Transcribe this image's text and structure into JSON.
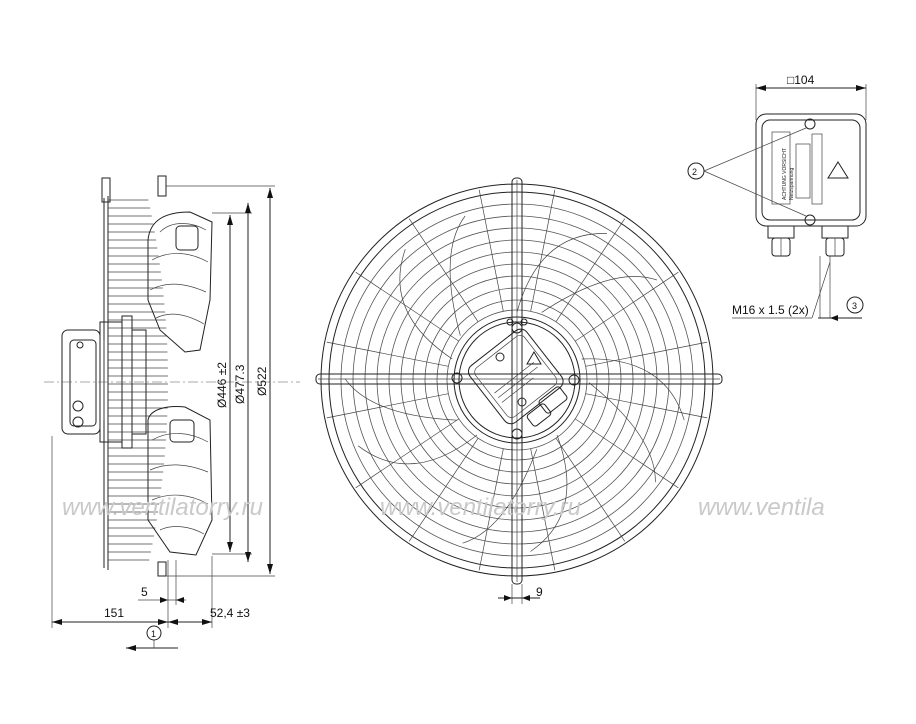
{
  "watermark": {
    "items": [
      "www.ventilatorry.ru",
      "www.ventilatorry.ru",
      "www.ventila"
    ]
  },
  "side_view": {
    "dia_446": "Ø446 ±2",
    "dia_477": "Ø477.3",
    "dia_522": "Ø522",
    "dim_5": "5",
    "dim_151": "151",
    "dim_52": "52,4 ±3",
    "callout_1": "1"
  },
  "front_view": {
    "dim_9": "9"
  },
  "terminal_box": {
    "dim_104": "□104",
    "cable_gland": "M16 x 1.5 (2x)",
    "callout_2": "2",
    "callout_3": "3"
  }
}
